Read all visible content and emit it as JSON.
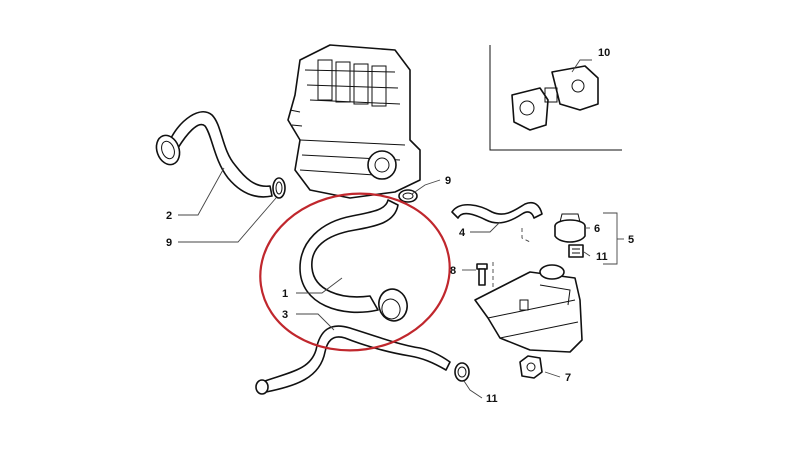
{
  "labels": {
    "c1": "1",
    "c2": "2",
    "c3": "3",
    "c4": "4",
    "c5": "5",
    "c6": "6",
    "c7": "7",
    "c8": "8",
    "c9a": "9",
    "c9b": "9",
    "c10": "10",
    "c11a": "11",
    "c11b": "11"
  },
  "colors": {
    "highlight": "#c0272d",
    "line": "#111111"
  }
}
